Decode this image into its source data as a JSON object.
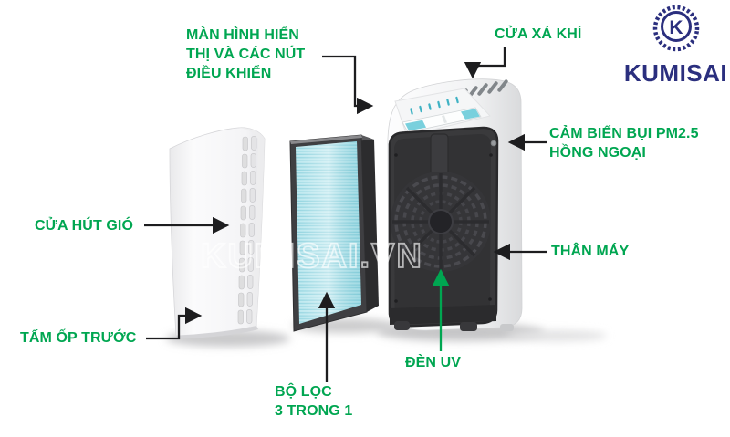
{
  "diagram_title": "Air purifier exploded-view diagram",
  "brand": {
    "name": "KUMISAI",
    "monogram": "K",
    "watermark": "KUMISAI.VN",
    "navy": "#2b2f7e"
  },
  "colors": {
    "label_green": "#00a651",
    "uv_arrow_green": "#00a651",
    "arrow_black": "#1d1d1f",
    "filter_cyan": "#b9e7ee",
    "body_dark": "#3a3a3c"
  },
  "labels": {
    "display": [
      "MÀN HÌNH HIỂN",
      "THỊ VÀ CÁC NÚT",
      "ĐIỀU KHIỂN"
    ],
    "air_outlet": "CỬA XẢ KHÍ",
    "pm25": [
      "CẢM BIẾN BỤI PM2.5",
      "HỒNG NGOẠI"
    ],
    "body": "THÂN MÁY",
    "air_inlet": "CỬA HÚT GIÓ",
    "front_cover": "TẤM ỐP TRƯỚC",
    "filter": [
      "BỘ LỌC",
      "3 TRONG 1"
    ],
    "uv": "ĐÈN UV"
  },
  "parts": [
    {
      "id": "front-cover",
      "label": "TẤM ỐP TRƯỚC"
    },
    {
      "id": "air-inlet-vents",
      "label": "CỬA HÚT GIÓ"
    },
    {
      "id": "filter-3-in-1",
      "label": "BỘ LỌC 3 TRONG 1"
    },
    {
      "id": "main-body",
      "label": "THÂN MÁY"
    },
    {
      "id": "display-controls",
      "label": "MÀN HÌNH HIỂN THỊ VÀ CÁC NÚT ĐIỀU KHIỂN"
    },
    {
      "id": "air-outlet",
      "label": "CỬA XẢ KHÍ"
    },
    {
      "id": "pm25-ir-sensor",
      "label": "CẢM BIẾN BỤI PM2.5 HỒNG NGOẠI"
    },
    {
      "id": "uv-lamp",
      "label": "ĐÈN UV"
    }
  ]
}
